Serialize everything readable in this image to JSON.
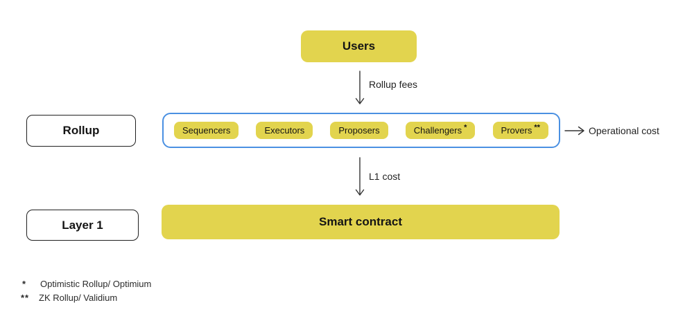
{
  "colors": {
    "node_yellow": "#e2d44e",
    "container_blue": "#4a90e2",
    "border_ink": "#1f1f1f",
    "arrow": "#333333"
  },
  "users": {
    "label": "Users"
  },
  "flows": {
    "rollup_fees": "Rollup fees",
    "l1_cost": "L1 cost",
    "operational_cost": "Operational cost"
  },
  "rollup": {
    "label": "Rollup",
    "actors": [
      {
        "label": "Sequencers",
        "marker": ""
      },
      {
        "label": "Executors",
        "marker": ""
      },
      {
        "label": "Proposers",
        "marker": ""
      },
      {
        "label": "Challengers",
        "marker": " *"
      },
      {
        "label": "Provers",
        "marker": " **"
      }
    ]
  },
  "layer1": {
    "label": "Layer 1",
    "contract": "Smart contract"
  },
  "footnotes": [
    {
      "marker": "*",
      "text": "Optimistic Rollup/ Optimium"
    },
    {
      "marker": "**",
      "text": "ZK Rollup/ Validium"
    }
  ]
}
